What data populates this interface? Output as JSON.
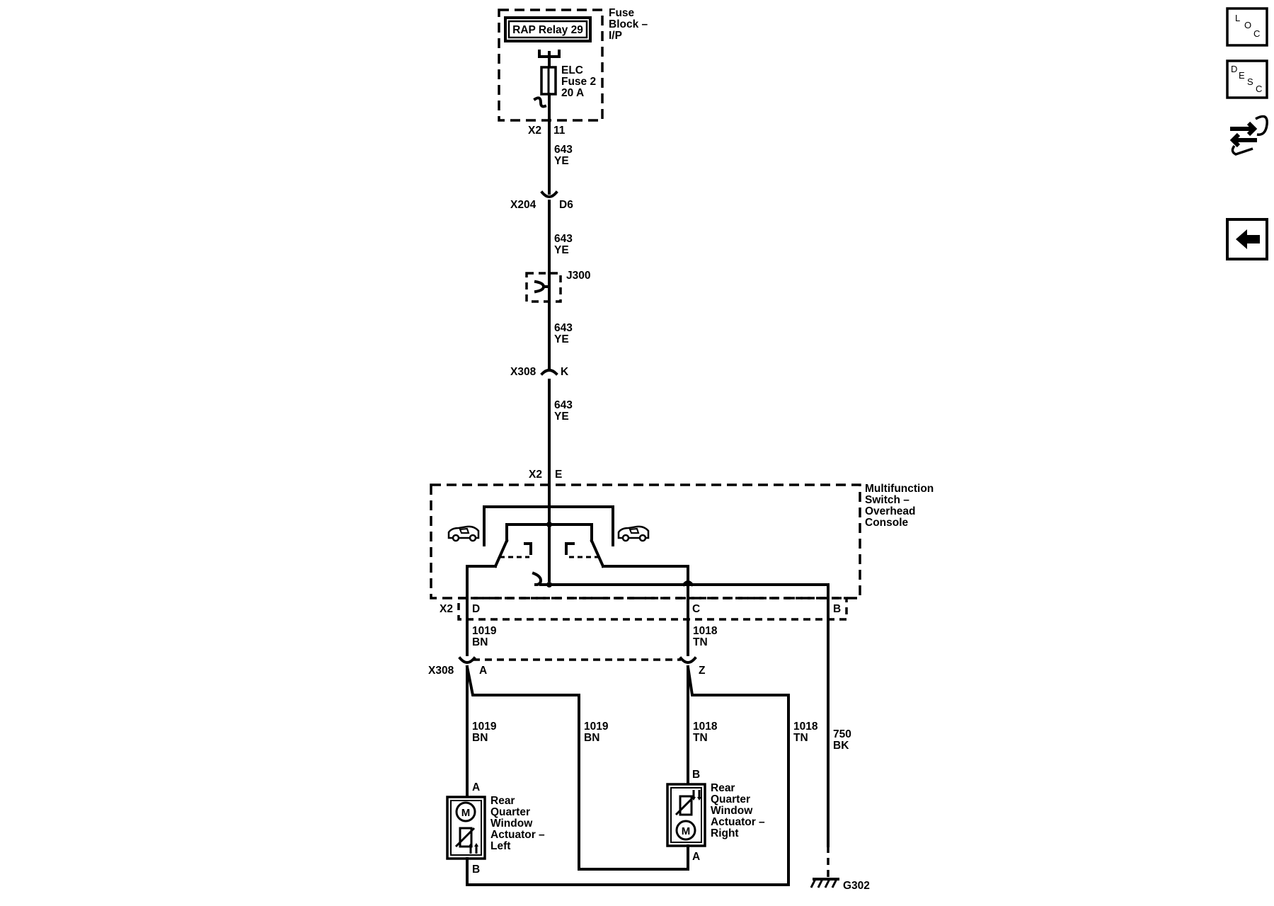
{
  "fuse_block": {
    "relay_label": "RAP Relay 29",
    "name_lines": [
      "Fuse",
      "Block –",
      "I/P"
    ],
    "fuse_lines": [
      "ELC",
      "Fuse 2",
      "20 A"
    ]
  },
  "connectors": {
    "fuse_out": {
      "conn": "X2",
      "pin": "11"
    },
    "x204": {
      "conn": "X204",
      "pin": "D6"
    },
    "splice": "J300",
    "x308_top": {
      "conn": "X308",
      "pin": "K"
    },
    "switch_in": {
      "conn": "X2",
      "pin": "E"
    },
    "switch_out": {
      "conn": "X2",
      "pin_left": "D",
      "pin_mid": "C",
      "pin_right": "B"
    },
    "x308_bottom": {
      "conn": "X308",
      "pin_left": "A",
      "pin_right": "Z"
    }
  },
  "wires": {
    "feed": {
      "circuit": "643",
      "color": "YE"
    },
    "left": {
      "circuit": "1019",
      "color": "BN"
    },
    "right": {
      "circuit": "1018",
      "color": "TN"
    },
    "ground": {
      "circuit": "750",
      "color": "BK"
    }
  },
  "switch": {
    "name_lines": [
      "Multifunction",
      "Switch –",
      "Overhead",
      "Console"
    ]
  },
  "actuator_left": {
    "name_lines": [
      "Rear",
      "Quarter",
      "Window",
      "Actuator –",
      "Left"
    ],
    "pin_top": "A",
    "pin_bottom": "B",
    "motor": "M"
  },
  "actuator_right": {
    "name_lines": [
      "Rear",
      "Quarter",
      "Window",
      "Actuator –",
      "Right"
    ],
    "pin_top": "B",
    "pin_bottom": "A",
    "motor": "M"
  },
  "ground": {
    "label": "G302"
  },
  "nav": {
    "loc": [
      "L",
      "O",
      "C"
    ],
    "desc": [
      "D",
      "E",
      "S",
      "C"
    ]
  }
}
